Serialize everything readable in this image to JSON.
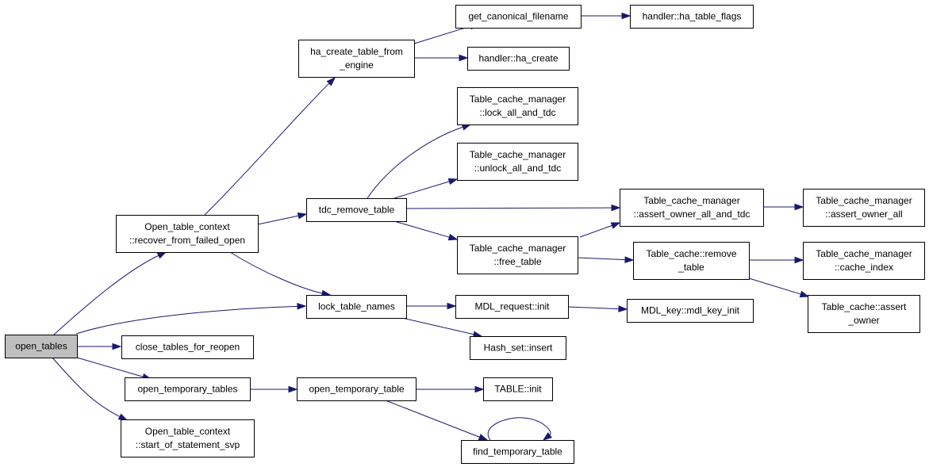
{
  "diagram": {
    "colors": {
      "edge": "#191970",
      "node_fill": "#ffffff",
      "root_fill": "#bfbfbf",
      "border": "#000000"
    },
    "nodes": {
      "open_tables": {
        "lines": [
          "open_tables"
        ],
        "root": true
      },
      "open_table_context_recover": {
        "lines": [
          "Open_table_context",
          "::recover_from_failed_open"
        ]
      },
      "ha_create_table_from_engine": {
        "lines": [
          "ha_create_table_from",
          "_engine"
        ]
      },
      "get_canonical_filename": {
        "lines": [
          "get_canonical_filename"
        ]
      },
      "handler_ha_table_flags": {
        "lines": [
          "handler::ha_table_flags"
        ]
      },
      "handler_ha_create": {
        "lines": [
          "handler::ha_create"
        ]
      },
      "tdc_remove_table": {
        "lines": [
          "tdc_remove_table"
        ]
      },
      "tcm_lock_all_and_tdc": {
        "lines": [
          "Table_cache_manager",
          "::lock_all_and_tdc"
        ]
      },
      "tcm_unlock_all_and_tdc": {
        "lines": [
          "Table_cache_manager",
          "::unlock_all_and_tdc"
        ]
      },
      "tcm_assert_owner_all_and_tdc": {
        "lines": [
          "Table_cache_manager",
          "::assert_owner_all_and_tdc"
        ]
      },
      "tcm_assert_owner_all": {
        "lines": [
          "Table_cache_manager",
          "::assert_owner_all"
        ]
      },
      "tcm_free_table": {
        "lines": [
          "Table_cache_manager",
          "::free_table"
        ]
      },
      "table_cache_remove_table": {
        "lines": [
          "Table_cache::remove",
          "_table"
        ]
      },
      "tcm_cache_index": {
        "lines": [
          "Table_cache_manager",
          "::cache_index"
        ]
      },
      "table_cache_assert_owner": {
        "lines": [
          "Table_cache::assert",
          "_owner"
        ]
      },
      "lock_table_names": {
        "lines": [
          "lock_table_names"
        ]
      },
      "mdl_request_init": {
        "lines": [
          "MDL_request::init"
        ]
      },
      "mdl_key_mdl_key_init": {
        "lines": [
          "MDL_key::mdl_key_init"
        ]
      },
      "hash_set_insert": {
        "lines": [
          "Hash_set::insert"
        ]
      },
      "close_tables_for_reopen": {
        "lines": [
          "close_tables_for_reopen"
        ]
      },
      "open_temporary_tables": {
        "lines": [
          "open_temporary_tables"
        ]
      },
      "open_temporary_table": {
        "lines": [
          "open_temporary_table"
        ]
      },
      "table_init": {
        "lines": [
          "TABLE::init"
        ]
      },
      "find_temporary_table": {
        "lines": [
          "find_temporary_table"
        ]
      },
      "open_table_context_start_svp": {
        "lines": [
          "Open_table_context",
          "::start_of_statement_svp"
        ]
      }
    },
    "edges": [
      {
        "from": "open_tables",
        "to": "open_table_context_recover"
      },
      {
        "from": "open_tables",
        "to": "lock_table_names"
      },
      {
        "from": "open_tables",
        "to": "close_tables_for_reopen"
      },
      {
        "from": "open_tables",
        "to": "open_temporary_tables"
      },
      {
        "from": "open_tables",
        "to": "open_table_context_start_svp"
      },
      {
        "from": "open_table_context_recover",
        "to": "ha_create_table_from_engine"
      },
      {
        "from": "open_table_context_recover",
        "to": "tdc_remove_table"
      },
      {
        "from": "open_table_context_recover",
        "to": "lock_table_names"
      },
      {
        "from": "ha_create_table_from_engine",
        "to": "get_canonical_filename"
      },
      {
        "from": "ha_create_table_from_engine",
        "to": "handler_ha_create"
      },
      {
        "from": "get_canonical_filename",
        "to": "handler_ha_table_flags"
      },
      {
        "from": "tdc_remove_table",
        "to": "tcm_lock_all_and_tdc"
      },
      {
        "from": "tdc_remove_table",
        "to": "tcm_unlock_all_and_tdc"
      },
      {
        "from": "tdc_remove_table",
        "to": "tcm_assert_owner_all_and_tdc"
      },
      {
        "from": "tdc_remove_table",
        "to": "tcm_free_table"
      },
      {
        "from": "tcm_assert_owner_all_and_tdc",
        "to": "tcm_assert_owner_all"
      },
      {
        "from": "tcm_free_table",
        "to": "tcm_assert_owner_all_and_tdc"
      },
      {
        "from": "tcm_free_table",
        "to": "table_cache_remove_table"
      },
      {
        "from": "table_cache_remove_table",
        "to": "tcm_cache_index"
      },
      {
        "from": "table_cache_remove_table",
        "to": "table_cache_assert_owner"
      },
      {
        "from": "lock_table_names",
        "to": "mdl_request_init"
      },
      {
        "from": "lock_table_names",
        "to": "hash_set_insert"
      },
      {
        "from": "mdl_request_init",
        "to": "mdl_key_mdl_key_init"
      },
      {
        "from": "open_temporary_tables",
        "to": "open_temporary_table"
      },
      {
        "from": "open_temporary_table",
        "to": "table_init"
      },
      {
        "from": "open_temporary_table",
        "to": "find_temporary_table"
      },
      {
        "from": "find_temporary_table",
        "to": "find_temporary_table"
      }
    ]
  }
}
